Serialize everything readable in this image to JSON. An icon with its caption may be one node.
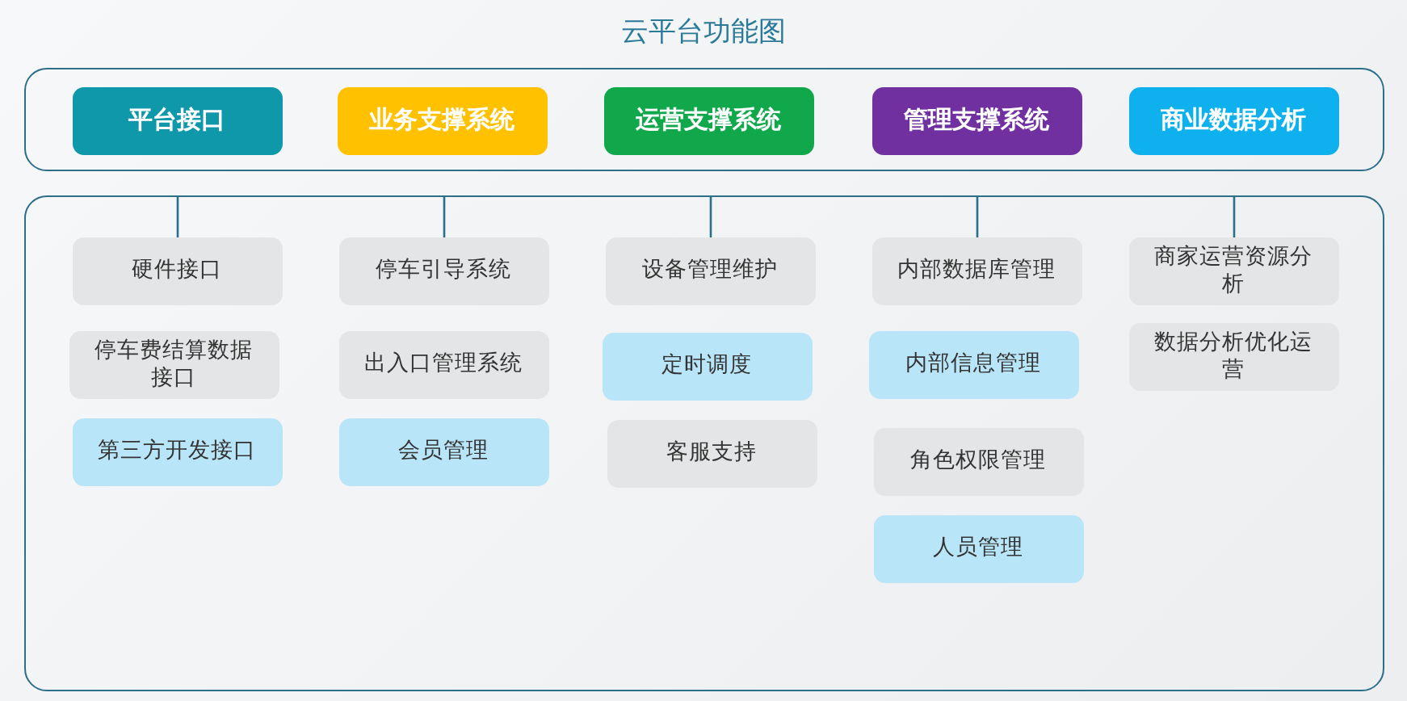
{
  "diagram": {
    "title": "云平台功能图",
    "nodes": [
      {
        "text": [],
        "shape": "box"
      },
      {
        "text": [
          "平台接口"
        ],
        "in": 0
      },
      {
        "text": [
          "业务支撑系统"
        ],
        "in": 0
      },
      {
        "text": [
          "运营支撑系统"
        ],
        "in": 0
      },
      {
        "text": [
          "管理支撑系统"
        ],
        "in": 0
      },
      {
        "text": [
          "商业数据分析"
        ],
        "in": 0
      },
      {
        "text": [],
        "shape": "box"
      },
      {
        "text": [
          "硬件接口"
        ],
        "in": 6
      },
      {
        "text": [
          "停车费结算数据接口"
        ],
        "in": 6
      },
      {
        "text": [
          "第三方开发接口"
        ],
        "in": 6
      },
      {
        "text": [
          "停车引导系统"
        ],
        "in": 6
      },
      {
        "text": [
          "出入口管理系统"
        ],
        "in": 6
      },
      {
        "text": [
          "会员管理"
        ],
        "in": 6
      },
      {
        "text": [
          "设备管理维护"
        ],
        "in": 6
      },
      {
        "text": [
          "定时调度"
        ],
        "in": 6
      },
      {
        "text": [
          "客服支持"
        ],
        "in": 6
      },
      {
        "text": [
          "内部数据库管理"
        ],
        "in": 6
      },
      {
        "text": [
          "内部信息管理"
        ],
        "in": 6
      },
      {
        "text": [
          "角色权限管理"
        ],
        "in": 6
      },
      {
        "text": [
          "人员管理"
        ],
        "in": 6
      },
      {
        "text": [
          "商家运营资源分析"
        ],
        "in": 6
      },
      {
        "text": [
          "数据分析优化运营"
        ],
        "in": 6
      }
    ],
    "edges": [
      {
        "from": 6,
        "to": 7,
        "arrow": "none"
      },
      {
        "from": 6,
        "to": 10,
        "arrow": "none"
      },
      {
        "from": 6,
        "to": 13,
        "arrow": "none"
      },
      {
        "from": 6,
        "to": 16,
        "arrow": "none"
      },
      {
        "from": 6,
        "to": 20,
        "arrow": "none"
      }
    ]
  }
}
